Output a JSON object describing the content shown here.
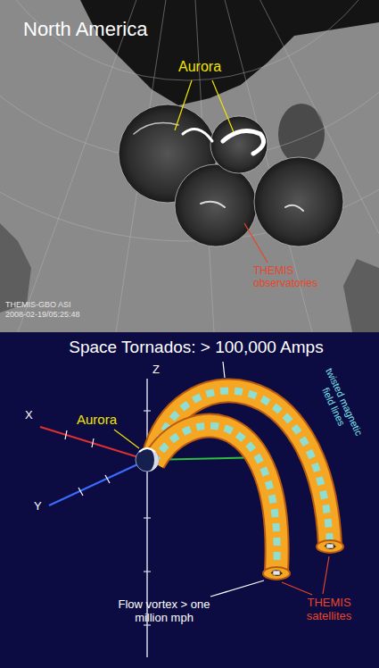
{
  "diagram": {
    "labels": [
      "North America",
      "Aurora",
      "THEMIS observatories",
      "THEMIS-GBO ASI",
      "2008-02-19/05:25:48",
      "Space Tornados: > 100,000 Amps",
      "Z",
      "twisted magnetic field lines",
      "X",
      "Aurora",
      "Y",
      "Flow vortex > one million mph",
      "THEMIS satellites"
    ]
  }
}
